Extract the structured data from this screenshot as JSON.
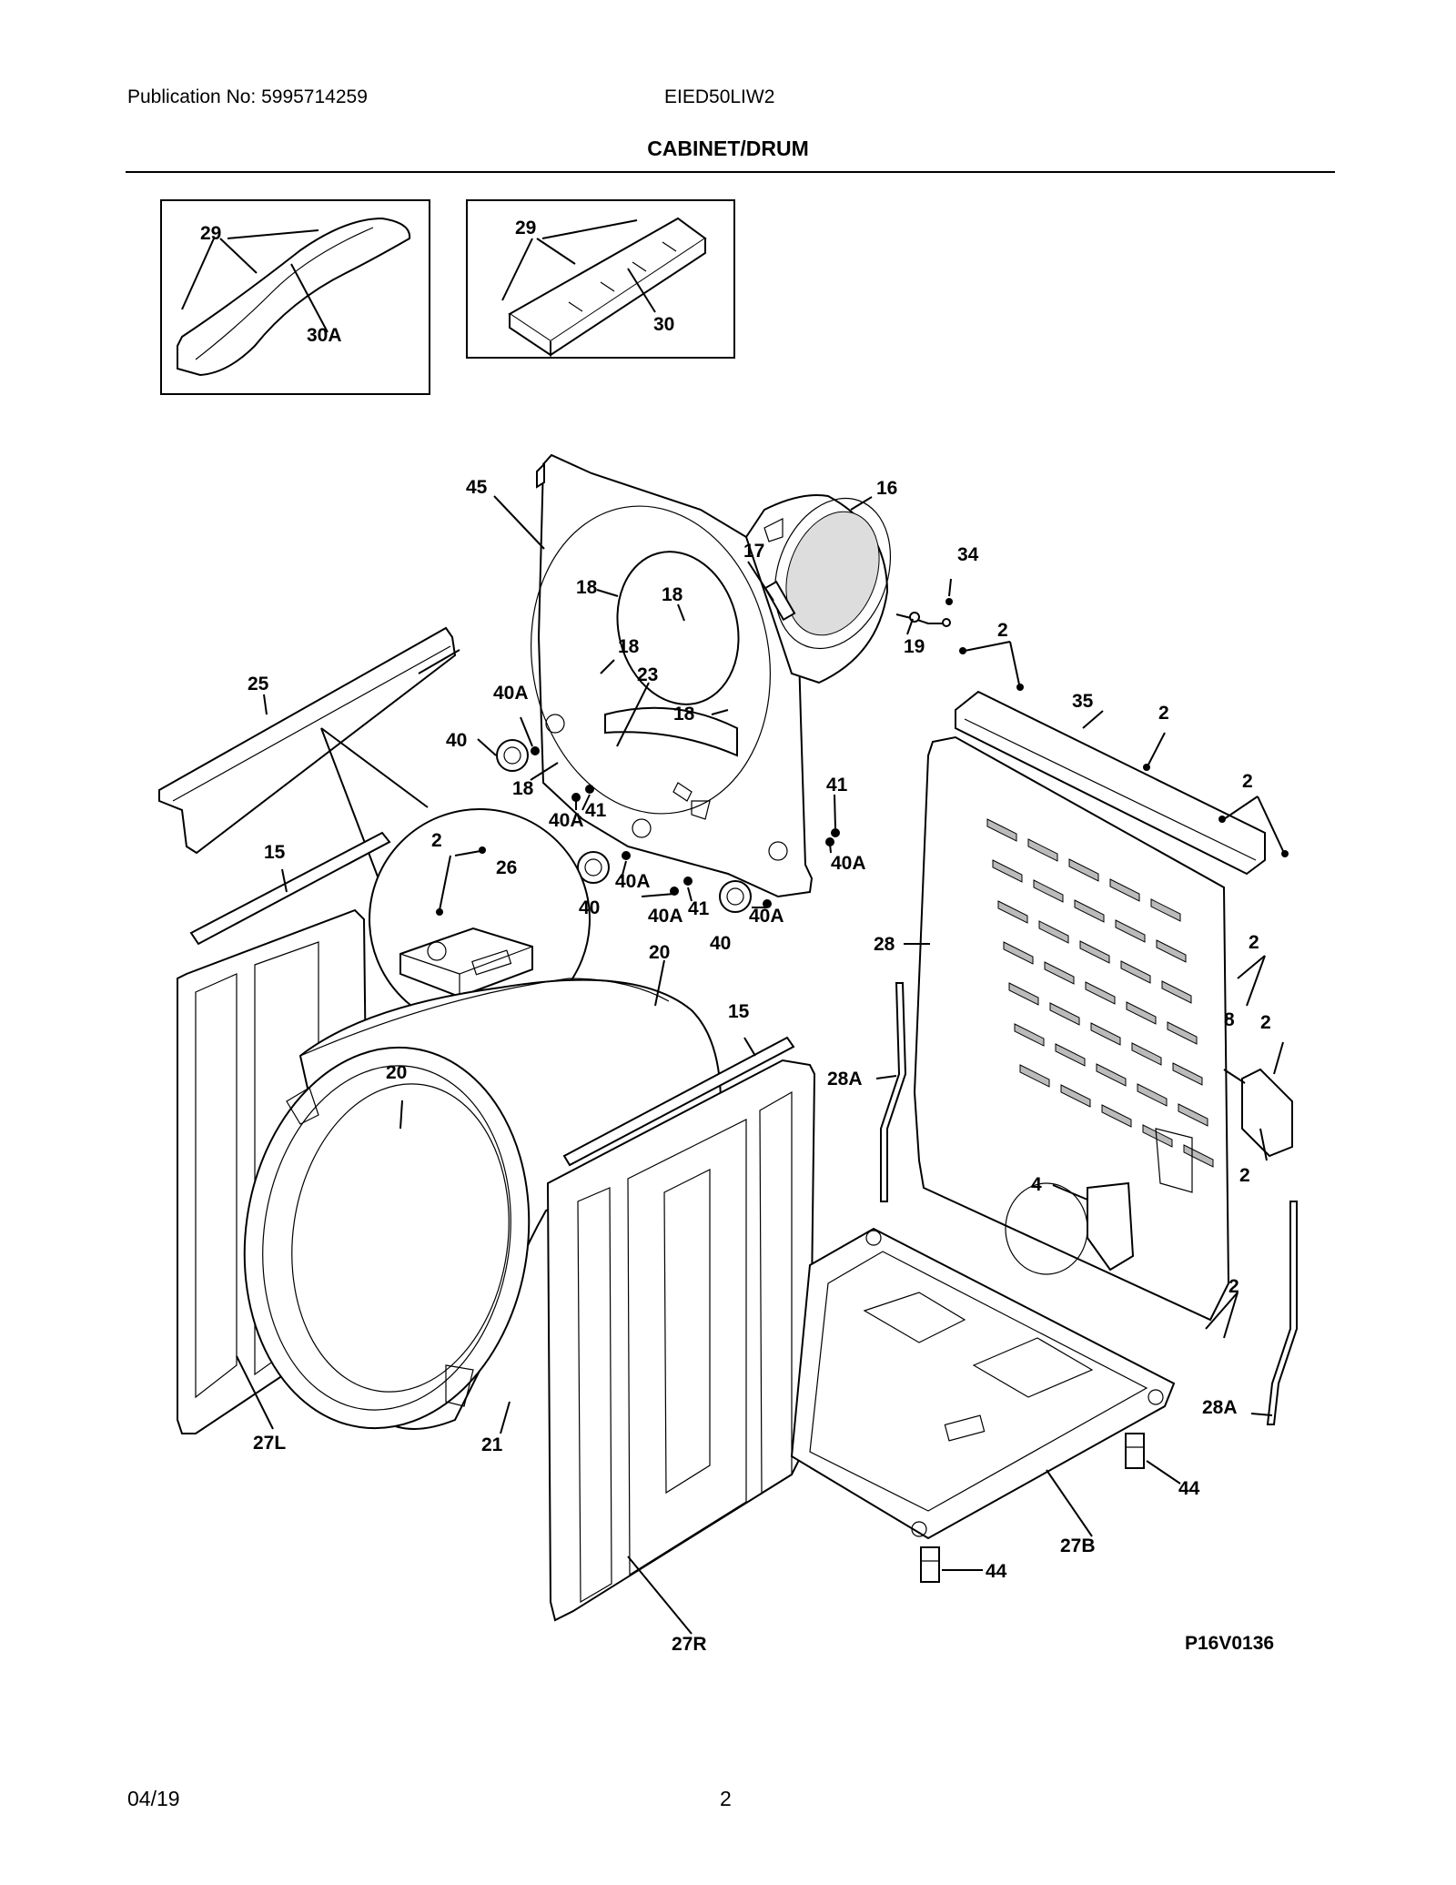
{
  "header": {
    "publication": "Publication No: 5995714259",
    "model": "EIED50LIW2",
    "title": "CABINET/DRUM"
  },
  "footer": {
    "date": "04/19",
    "page": "2"
  },
  "diagram": {
    "code": "P16V0136",
    "labels": {
      "inset1_29": "29",
      "inset1_30A": "30A",
      "inset2_29": "29",
      "inset2_30": "30",
      "p45": "45",
      "p16": "16",
      "p17": "17",
      "p34": "34",
      "p19": "19",
      "p18a": "18",
      "p18b": "18",
      "p18c": "18",
      "p18d": "18",
      "p18e": "18",
      "p23": "23",
      "p25": "25",
      "p40Aa": "40A",
      "p40a": "40",
      "p40Ab": "40A",
      "p41a": "41",
      "p41b": "41",
      "p40Ac": "40A",
      "p40b": "40",
      "p40Ad": "40A",
      "p40Ae": "40A",
      "p41c": "41",
      "p40Af": "40A",
      "p40c": "40",
      "p2a": "2",
      "p35": "35",
      "p2b": "2",
      "p2c": "2",
      "p28": "28",
      "p2d": "2",
      "p8": "8",
      "p2e": "2",
      "p28Aa": "28A",
      "p4": "4",
      "p2f": "2",
      "p2g": "2",
      "p28Ab": "28A",
      "p15a": "15",
      "p2h": "2",
      "p26": "26",
      "p20a": "20",
      "p15b": "15",
      "p20b": "20",
      "p27L": "27L",
      "p21": "21",
      "p27R": "27R",
      "p44a": "44",
      "p27B": "27B",
      "p44b": "44"
    }
  }
}
